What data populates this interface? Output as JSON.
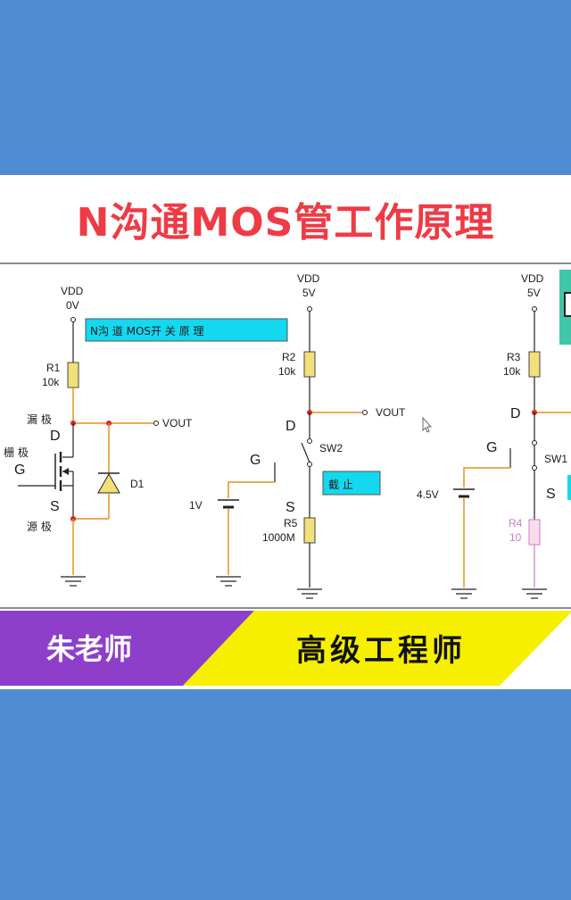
{
  "page": {
    "title": "N沟通MOS管工作原理"
  },
  "diagram": {
    "circuit1": {
      "vdd": "VDD",
      "vdd_value": "0V",
      "box_label": "N沟 道 MOS开 关 原 理",
      "r1_name": "R1",
      "r1_value": "10k",
      "drain_cn": "漏 极",
      "drain": "D",
      "vout": "VOUT",
      "gate_cn": "栅 极",
      "gate": "G",
      "source": "S",
      "source_cn": "源 极",
      "diode": "D1"
    },
    "circuit2": {
      "vdd": "VDD",
      "vdd_value": "5V",
      "r2_name": "R2",
      "r2_value": "10k",
      "drain": "D",
      "vout": "VOUT",
      "switch": "SW2",
      "gate": "G",
      "state_label": "截 止",
      "battery": "1V",
      "source": "S",
      "r5_name": "R5",
      "r5_value": "1000M"
    },
    "circuit3": {
      "vdd": "VDD",
      "vdd_value": "5V",
      "r3_name": "R3",
      "r3_value": "10k",
      "drain": "D",
      "gate": "G",
      "switch": "SW1",
      "battery": "4.5V",
      "source": "S",
      "r4_name": "R4",
      "r4_value": "10"
    }
  },
  "banner": {
    "teacher": "朱老师",
    "role": "高级工程师"
  },
  "colors": {
    "title": "#ee3b45",
    "resistor": "#f2e17a",
    "wire_orange": "#e5921b",
    "node_red": "#e02020",
    "label_box": "#14d8ee",
    "purple": "#8e3fc9",
    "yellow": "#f6f000",
    "background": "#4f8bd0"
  }
}
